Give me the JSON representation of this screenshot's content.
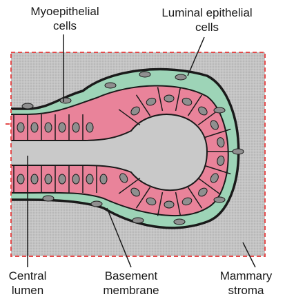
{
  "labels": {
    "myoepithelial": [
      "Myoepithelial",
      "cells"
    ],
    "luminal": [
      "Luminal epithelial",
      "cells"
    ],
    "central": [
      "Central",
      "lumen"
    ],
    "basement": [
      "Basement",
      "membrane"
    ],
    "stroma": [
      "Mammary",
      "stroma"
    ]
  },
  "colors": {
    "stroma_fill": "#c4c4c4",
    "stroma_border": "#e34b4b",
    "lumen_fill": "#c9c9c9",
    "luminal_cell": "#e9839a",
    "myoepithelial_cell": "#9dd4b7",
    "nucleus": "#8f8f8f",
    "outline": "#1a1a1a"
  }
}
